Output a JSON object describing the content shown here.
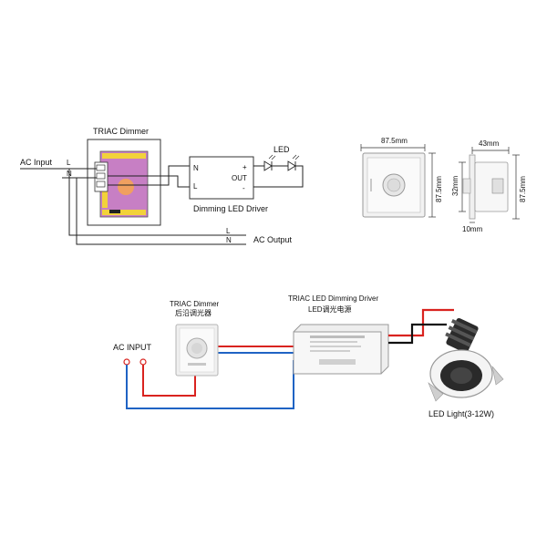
{
  "top_diagram": {
    "dimmer_title": "TRIAC Dimmer",
    "ac_input": "AC Input",
    "input_l": "L",
    "input_n": "N",
    "driver_n": "N",
    "driver_l": "L",
    "driver_plus": "+",
    "driver_out": "OUT",
    "driver_minus": "-",
    "driver_label": "Dimming LED Driver",
    "led_label": "LED",
    "ac_output": "AC Output",
    "output_l": "L",
    "output_n": "N"
  },
  "dimensions": {
    "front_width": "87.5mm",
    "front_height": "87.5mm",
    "side_width": "43mm",
    "side_inner": "32mm",
    "side_height": "87.5mm",
    "side_depth": "10mm"
  },
  "bottom_diagram": {
    "dimmer_title_en": "TRIAC Dimmer",
    "dimmer_title_cn": "后沿调光器",
    "driver_title_en": "TRIAC LED Dimming Driver",
    "driver_title_cn": "LED调光电源",
    "ac_input": "AC  INPUT",
    "led_light": "LED Light(3-12W)"
  },
  "colors": {
    "red_wire": "#d9231f",
    "blue_wire": "#1f63c4",
    "black_wire": "#111111",
    "pcb_purple": "#c77fc4",
    "pcb_orange": "#f0a060",
    "pcb_yellow": "#f2d23a"
  }
}
